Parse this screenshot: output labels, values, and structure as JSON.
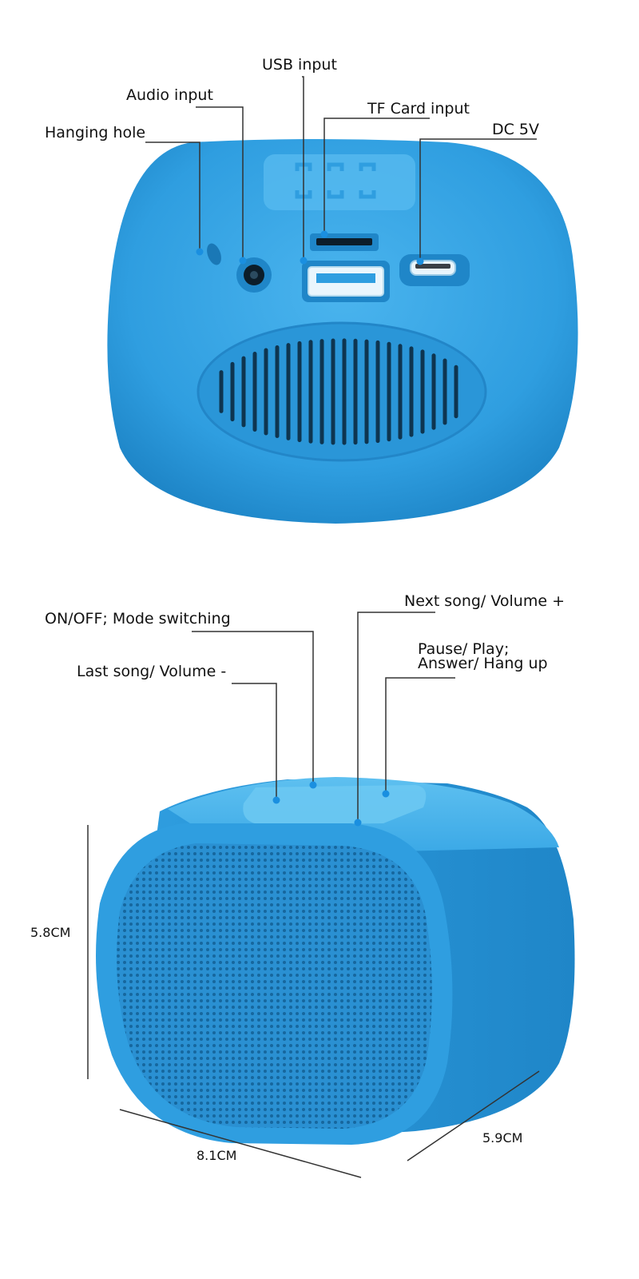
{
  "top_view": {
    "labels": {
      "hanging_hole": "Hanging hole",
      "audio_input": "Audio input",
      "usb_input": "USB input",
      "tf_card_input": "TF Card input",
      "dc_5v": "DC 5V"
    }
  },
  "front_view": {
    "labels": {
      "on_off": "ON/OFF; Mode switching",
      "last_song": "Last song/ Volume -",
      "next_song": "Next song/ Volume +",
      "pause_play_1": "Pause/ Play;",
      "pause_play_2": "Answer/ Hang up"
    },
    "dimensions": {
      "height": "5.8CM",
      "width": "8.1CM",
      "depth": "5.9CM"
    }
  },
  "colors": {
    "body": "#2f9ee0",
    "body_dark": "#1f86c8",
    "body_light": "#55b8ee",
    "callout_line": "#333333",
    "callout_dot": "#1a8fe0"
  }
}
